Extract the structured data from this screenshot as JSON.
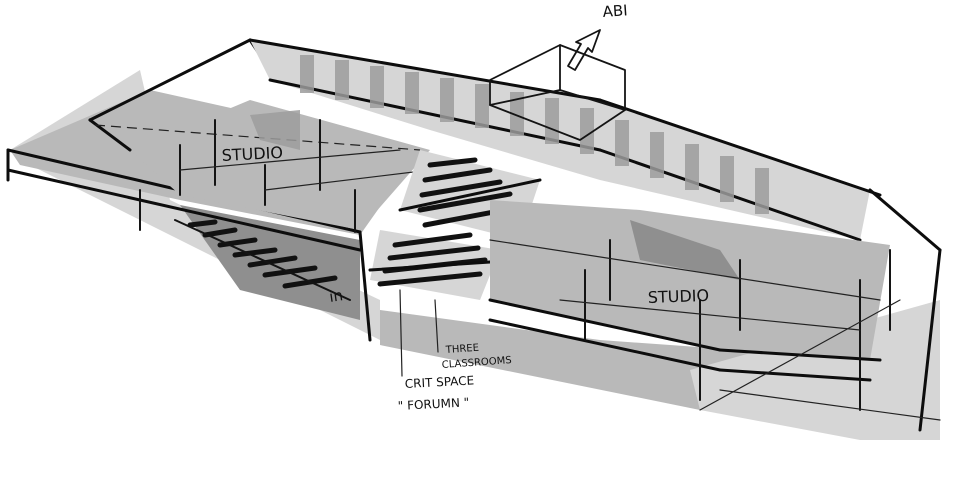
{
  "labels": {
    "abi": "ABI",
    "studio_left": "STUDIO",
    "studio_right": "STUDIO",
    "entry": "in",
    "classrooms_line1": "THREE",
    "classrooms_line2": "CLASSROOMS",
    "crit_line1": "CRIT SPACE",
    "crit_line2": "\" FORUMN \""
  },
  "colors": {
    "ink": "#141414",
    "slab_gray": "#b9b9b9",
    "shadow_gray": "#8f8f8f",
    "background": "#ffffff"
  }
}
